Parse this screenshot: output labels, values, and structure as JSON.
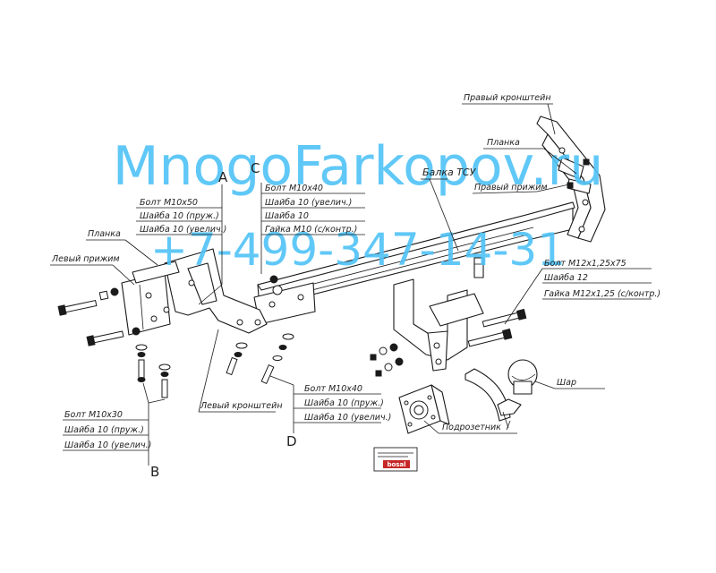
{
  "watermark": {
    "site": "MnogoFarkopov.ru",
    "phone": "+7-499-347-14-31",
    "color": "#4fc3f7"
  },
  "callouts": {
    "A": "A",
    "B": "B",
    "C": "C",
    "D": "D"
  },
  "labels": {
    "right_bracket": "Правый кронштейн",
    "plank_right": "Планка",
    "right_clamp": "Правый прижим",
    "beam": "Балка ТСУ",
    "plank_left": "Планка",
    "left_clamp": "Левый прижим",
    "left_bracket": "Левый кронштейн",
    "ball": "Шар",
    "socket_plate": "Подрозетник"
  },
  "groups": {
    "A": [
      "Болт М10х50",
      "Шайба 10 (пруж.)",
      "Шайба 10 (увелич.)"
    ],
    "C": [
      "Болт М10х40",
      "Шайба 10 (увелич.)",
      "Шайба 10",
      "Гайка М10 (с/контр.)"
    ],
    "right": [
      "Болт М12х1,25х75",
      "Шайба 12",
      "Гайка М12х1,25 (с/контр.)"
    ],
    "B": [
      "Болт М10х30",
      "Шайба 10 (пруж.)",
      "Шайба 10 (увелич.)"
    ],
    "D": [
      "Болт М10х40",
      "Шайба 10 (пруж.)",
      "Шайба 10 (увелич.)"
    ]
  },
  "plate": {
    "brand": "bosal",
    "brand_color": "#c62828"
  }
}
